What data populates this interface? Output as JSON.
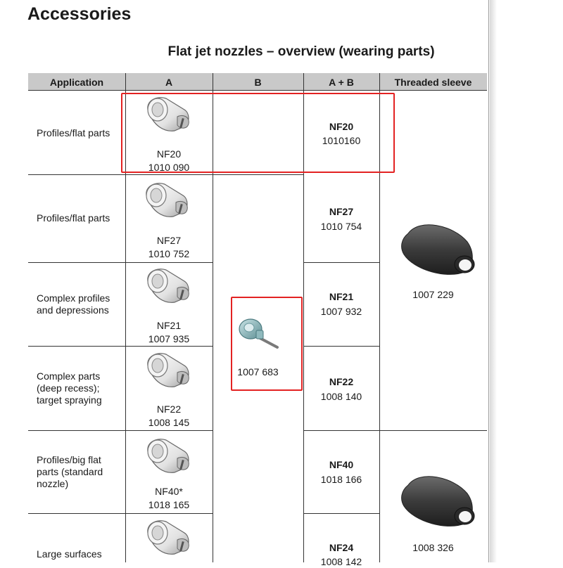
{
  "page": {
    "title": "Accessories"
  },
  "table": {
    "title": "Flat jet nozzles – overview (wearing parts)",
    "headers": [
      "Application",
      "A",
      "B",
      "A + B",
      "Threaded sleeve"
    ],
    "rows": [
      {
        "application": "Profiles/flat parts",
        "a_name": "NF20",
        "a_code": "1010 090",
        "ab_name": "NF20",
        "ab_code": "1010160"
      },
      {
        "application": "Profiles/flat parts",
        "a_name": "NF27",
        "a_code": "1010 752",
        "ab_name": "NF27",
        "ab_code": "1010 754"
      },
      {
        "application": "Complex profiles and depressions",
        "a_name": "NF21",
        "a_code": "1007 935",
        "ab_name": "NF21",
        "ab_code": "1007 932"
      },
      {
        "application": "Complex parts (deep recess); target spraying",
        "a_name": "NF22",
        "a_code": "1008 145",
        "ab_name": "NF22",
        "ab_code": "1008 140"
      },
      {
        "application": "Profiles/big flat parts (standard nozzle)",
        "a_name": "NF40*",
        "a_code": "1018 165",
        "ab_name": "NF40",
        "ab_code": "1018 166"
      },
      {
        "application": "Large surfaces",
        "a_name": "",
        "a_code": "",
        "ab_name": "NF24",
        "ab_code": "1008 142"
      }
    ],
    "b_part": {
      "code": "1007 683"
    },
    "sleeves": [
      {
        "code": "1007 229"
      },
      {
        "code": "1008 326"
      }
    ]
  },
  "colors": {
    "header_bg": "#c9c9c9",
    "highlight": "#e32222",
    "b_part": "#8ab8bd",
    "sleeve": "#3e3e3e"
  },
  "icons": {
    "a_part": "nozzle-a-icon",
    "b_part": "nozzle-b-icon",
    "sleeve": "threaded-sleeve-icon"
  }
}
